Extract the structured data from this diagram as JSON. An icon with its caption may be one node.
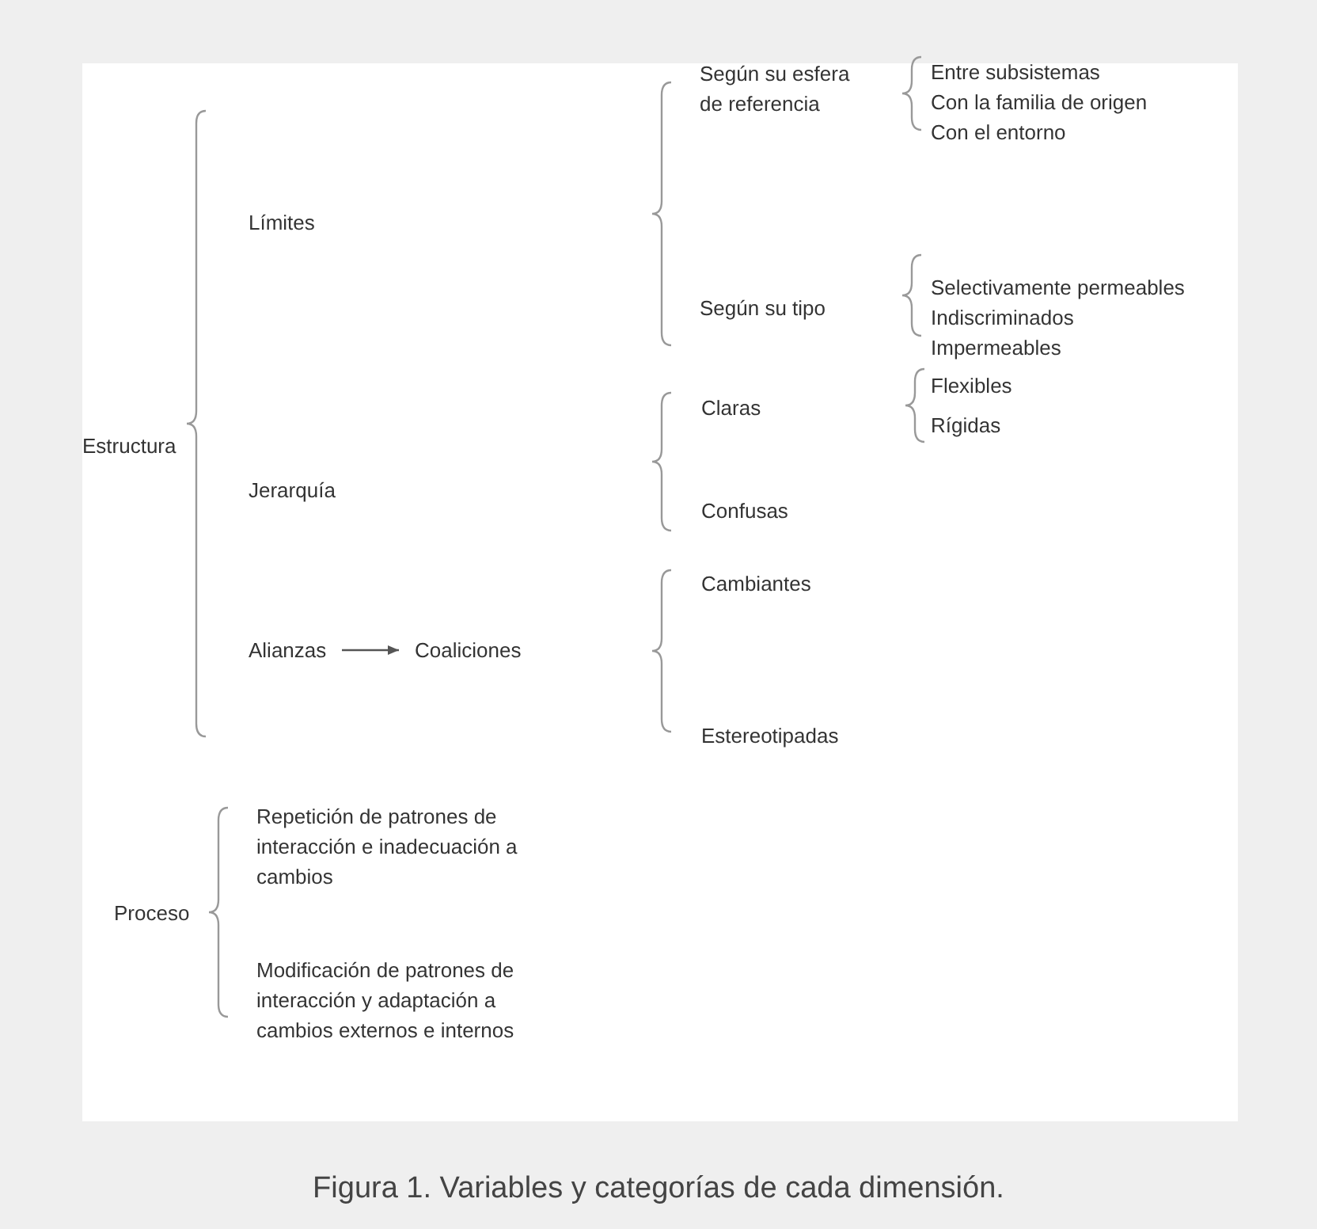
{
  "diagram": {
    "caption": "Figura 1. Variables y categorías de cada dimensión.",
    "nodes": [
      {
        "text": [
          "Alianzas"
        ]
      },
      {
        "text": [
          "Coaliciones"
        ]
      }
    ],
    "edges": [
      {
        "from": 0,
        "to": 1,
        "arrow": "to"
      }
    ],
    "labels": [
      "Estructura",
      "Límites",
      "Según su esfera de referencia",
      "Entre subsistemas",
      "Con la familia de origen",
      "Con el entorno",
      "Según su tipo",
      "Selectivamente permeables",
      "Indiscriminados",
      "Impermeables",
      "Jerarquía",
      "Claras",
      "Flexibles",
      "Rígidas",
      "Confusas",
      "Cambiantes",
      "Estereotipadas",
      "Proceso",
      "Repetición de patrones de interacción e inadecuación a cambios",
      "Modificación de patrones de interacción y adaptación a cambios externos e internos"
    ]
  }
}
